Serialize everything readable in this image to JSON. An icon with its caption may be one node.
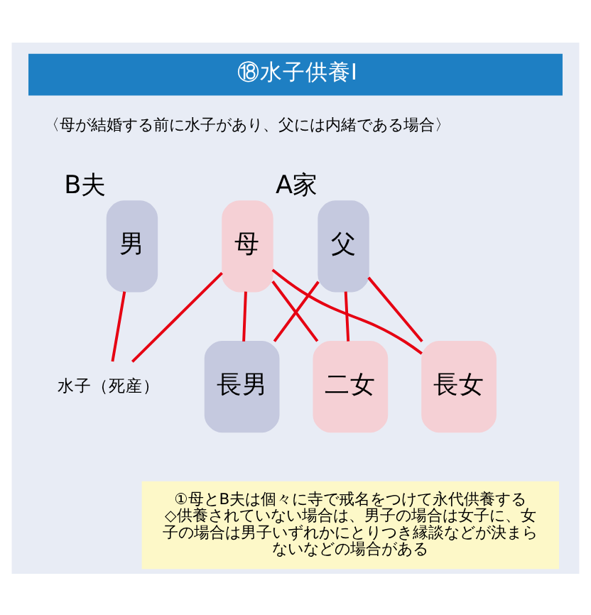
{
  "diagram": {
    "title": "⑱水子供養I",
    "nodes": [
      {
        "text": [
          "男"
        ],
        "beside": [
          "B夫"
        ]
      },
      {
        "text": [
          "母"
        ]
      },
      {
        "text": [
          "父"
        ],
        "beside": [
          "A家"
        ]
      },
      {
        "text": [
          "水子（死産）"
        ]
      },
      {
        "text": [
          "長男"
        ]
      },
      {
        "text": [
          "二女"
        ]
      },
      {
        "text": [
          "長女"
        ]
      },
      {
        "text": [
          "①母とB夫は個々に寺で戒名をつけて永代供養する",
          "◇供養されていない場合は、男子の場合は女子に、女子の場合は男子いずれかにとりつき縁談などが決まらないなどの場合がある"
        ]
      }
    ],
    "edges": [
      {
        "from": 0,
        "to": 3,
        "arrow": "none"
      },
      {
        "from": 1,
        "to": 3,
        "arrow": "none"
      },
      {
        "from": 1,
        "to": 4,
        "arrow": "none"
      },
      {
        "from": 1,
        "to": 5,
        "arrow": "none"
      },
      {
        "from": 1,
        "to": 6,
        "arrow": "none"
      },
      {
        "from": 2,
        "to": 4,
        "arrow": "none"
      },
      {
        "from": 2,
        "to": 5,
        "arrow": "none"
      },
      {
        "from": 2,
        "to": 6,
        "arrow": "none"
      }
    ],
    "labels": [
      "〈母が結婚する前に水子があり、父には内緒である場合〉"
    ]
  }
}
